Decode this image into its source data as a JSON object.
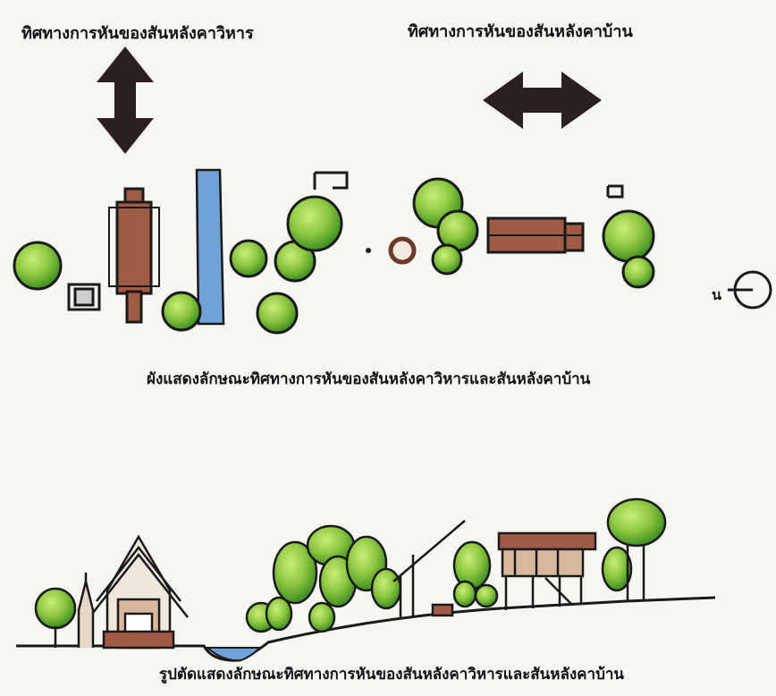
{
  "plan": {
    "heading_temple": "ทิศทางการหันของสันหลังคาวิหาร",
    "heading_house": "ทิศทางการหันของสันหลังคาบ้าน",
    "caption": "ผังแสดงลักษณะทิศทางการหันของสันหลังคาวิหารและสันหลังคาบ้าน",
    "compass_label": "น"
  },
  "section": {
    "caption": "รูปตัดแสดงลักษณะทิศทางการหันของสันหลังคาวิหารและสันหลังคาบ้าน"
  },
  "colors": {
    "tree_fill": "#8cc63f",
    "tree_dark": "#3f8f22",
    "roof_brown": "#a05a45",
    "water_blue": "#6fa2d9",
    "arrow_dark": "#2a211e"
  }
}
